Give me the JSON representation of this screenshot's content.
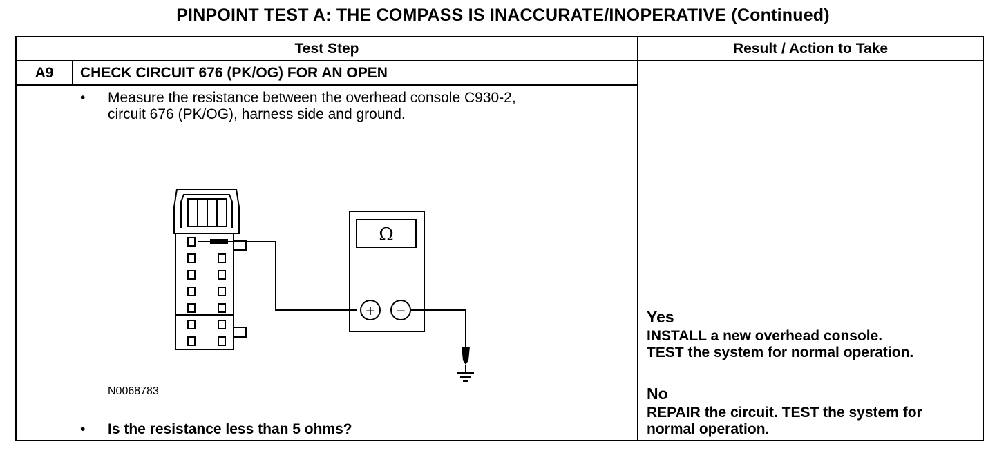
{
  "title": "PINPOINT TEST  A: THE COMPASS IS INACCURATE/INOPERATIVE (Continued)",
  "table": {
    "col_test_step": "Test Step",
    "col_result": "Result / Action to Take"
  },
  "step": {
    "id": "A9",
    "title": "CHECK CIRCUIT 676 (PK/OG) FOR AN OPEN",
    "bullet1_line1": "Measure the resistance between the overhead console C930-2,",
    "bullet1_line2": "circuit 676 (PK/OG), harness side and ground.",
    "figure_id": "N0068783",
    "question": "Is the resistance less than 5 ohms?",
    "bullet_char": "•"
  },
  "meter": {
    "display_symbol": "Ω",
    "plus": "+",
    "minus": "−"
  },
  "results": {
    "yes_label": "Yes",
    "yes_line1": "INSTALL a new overhead console.",
    "yes_line2": "TEST the system for normal operation.",
    "no_label": "No",
    "no_line1": "REPAIR the circuit. TEST the system for",
    "no_line2": "normal operation."
  }
}
